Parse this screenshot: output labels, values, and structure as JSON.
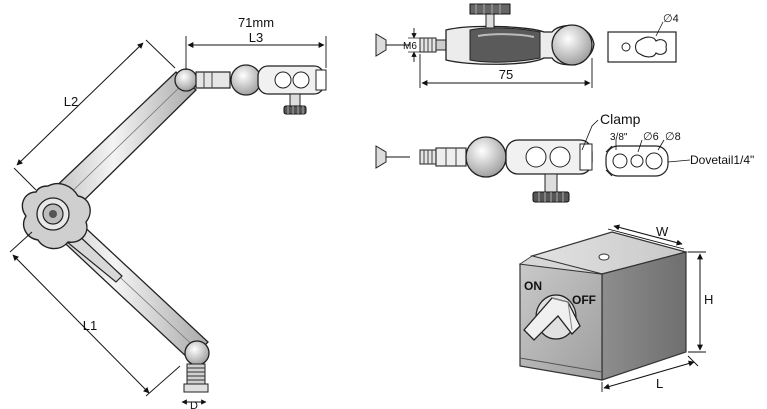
{
  "arm_assembly": {
    "l1_label": "L1",
    "l2_label": "L2",
    "l3_label": "L3",
    "l3_value": "71mm",
    "d_label": "D"
  },
  "holder_top_view": {
    "thread_label": "M6",
    "length_label": "75",
    "hole_diameter_label": "∅4"
  },
  "holder_clamp_view": {
    "clamp_label": "Clamp",
    "slot_3_8_label": "3/8\"",
    "slot_6_label": "∅6",
    "slot_8_label": "∅8",
    "dovetail_label": "Dovetail1/4\""
  },
  "magnetic_base": {
    "on_label": "ON",
    "off_label": "OFF",
    "w_label": "W",
    "h_label": "H",
    "l_label": "L"
  }
}
